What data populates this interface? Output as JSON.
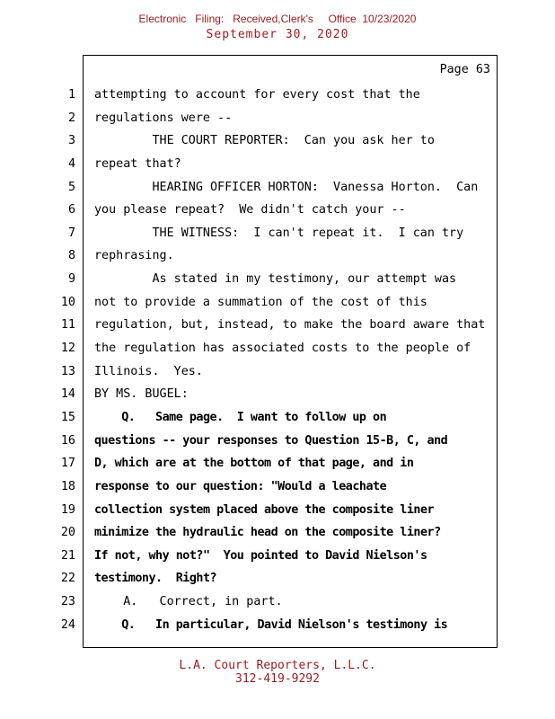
{
  "colors": {
    "stamp": "#991b1e",
    "body_text": "#000000"
  },
  "header": {
    "efiling_line": "Electronic   Filing:   Received,Clerk's     Office  10/23/2020",
    "date_line": "September 30, 2020"
  },
  "page": {
    "page_label": "Page 63",
    "lines": [
      {
        "num": 1,
        "bold": false,
        "text": "attempting to account for every cost that the"
      },
      {
        "num": 2,
        "bold": false,
        "text": "regulations were --"
      },
      {
        "num": 3,
        "bold": false,
        "text": "        THE COURT REPORTER:  Can you ask her to"
      },
      {
        "num": 4,
        "bold": false,
        "text": "repeat that?"
      },
      {
        "num": 5,
        "bold": false,
        "text": "        HEARING OFFICER HORTON:  Vanessa Horton.  Can"
      },
      {
        "num": 6,
        "bold": false,
        "text": "you please repeat?  We didn't catch your --"
      },
      {
        "num": 7,
        "bold": false,
        "text": "        THE WITNESS:  I can't repeat it.  I can try"
      },
      {
        "num": 8,
        "bold": false,
        "text": "rephrasing."
      },
      {
        "num": 9,
        "bold": false,
        "text": "        As stated in my testimony, our attempt was"
      },
      {
        "num": 10,
        "bold": false,
        "text": "not to provide a summation of the cost of this"
      },
      {
        "num": 11,
        "bold": false,
        "text": "regulation, but, instead, to make the board aware that"
      },
      {
        "num": 12,
        "bold": false,
        "text": "the regulation has associated costs to the people of"
      },
      {
        "num": 13,
        "bold": false,
        "text": "Illinois.  Yes."
      },
      {
        "num": 14,
        "bold": false,
        "text": "BY MS. BUGEL:"
      },
      {
        "num": 15,
        "bold": true,
        "text": "    Q.   Same page.  I want to follow up on"
      },
      {
        "num": 16,
        "bold": true,
        "text": "questions -- your responses to Question 15-B, C, and"
      },
      {
        "num": 17,
        "bold": true,
        "text": "D, which are at the bottom of that page, and in"
      },
      {
        "num": 18,
        "bold": true,
        "text": "response to our question: \"Would a leachate"
      },
      {
        "num": 19,
        "bold": true,
        "text": "collection system placed above the composite liner"
      },
      {
        "num": 20,
        "bold": true,
        "text": "minimize the hydraulic head on the composite liner?"
      },
      {
        "num": 21,
        "bold": true,
        "text": "If not, why not?\"  You pointed to David Nielson's"
      },
      {
        "num": 22,
        "bold": true,
        "text": "testimony.  Right?"
      },
      {
        "num": 23,
        "bold": false,
        "text": "    A.   Correct, in part."
      },
      {
        "num": 24,
        "bold": true,
        "text": "    Q.   In particular, David Nielson's testimony is"
      }
    ]
  },
  "footer": {
    "line1": "L.A. Court Reporters, L.L.C.",
    "line2": "312-419-9292"
  }
}
